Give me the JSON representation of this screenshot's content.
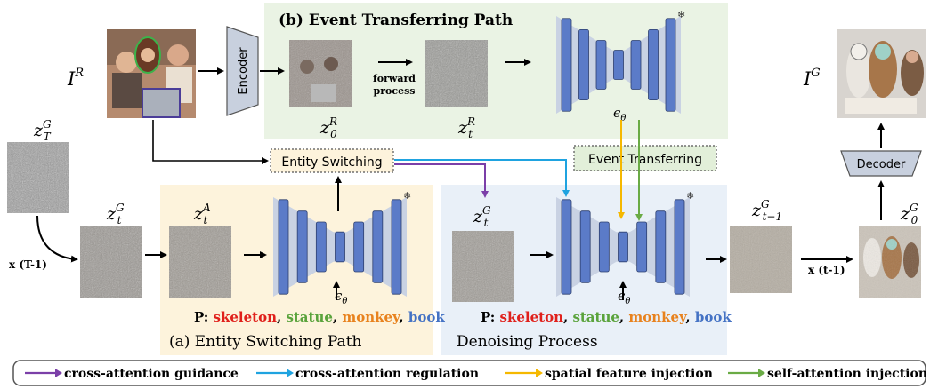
{
  "sections": {
    "event_path_title": "(b) Event Transferring Path",
    "entity_path_title": "(a) Entity Switching Path",
    "denoising_title": "Denoising Process"
  },
  "labels": {
    "i_r": "I",
    "i_r_sup": "R",
    "i_g": "I",
    "i_g_sup": "G",
    "z_T": "z",
    "z_T_sup": "G",
    "z_T_sub": "T",
    "z_t_left": "z",
    "z_t_left_sup": "G",
    "z_t_left_sub": "t",
    "z_t_A": "z",
    "z_t_A_sup": "A",
    "z_t_A_sub": "t",
    "z_0_R": "z",
    "z_0_R_sup": "R",
    "z_0_R_sub": "0",
    "z_t_R": "z",
    "z_t_R_sup": "R",
    "z_t_R_sub": "t",
    "z_t_den": "z",
    "z_t_den_sup": "G",
    "z_t_den_sub": "t",
    "z_tm1": "z",
    "z_tm1_sup": "G",
    "z_tm1_sub": "t−1",
    "z_0_G": "z",
    "z_0_G_sup": "G",
    "z_0_G_sub": "0",
    "encoder": "Encoder",
    "decoder": "Decoder",
    "entity_switching": "Entity Switching",
    "event_transferring": "Event Transferring",
    "forward_line1": "forward",
    "forward_line2": "process",
    "loop_left": "x (T-1)",
    "loop_right": "x (t-1)",
    "eps": "ϵ",
    "eps_sub": "θ",
    "snowflake": "❄"
  },
  "prompt": {
    "prefix": "P: ",
    "sep": ", ",
    "words": [
      {
        "text": "skeleton",
        "color": "#e0201b"
      },
      {
        "text": "statue",
        "color": "#5aa33c"
      },
      {
        "text": "monkey",
        "color": "#e8821e"
      },
      {
        "text": "book",
        "color": "#4472c4"
      }
    ]
  },
  "legend": [
    {
      "label": "cross-attention guidance",
      "color": "#7b3fa8"
    },
    {
      "label": "cross-attention regulation",
      "color": "#1fa3e0"
    },
    {
      "label": "spatial feature injection",
      "color": "#f5b800"
    },
    {
      "label": "self-attention injection",
      "color": "#6aab45"
    }
  ],
  "colors": {
    "event_bg": "#eaf3e4",
    "entity_bg": "#fdf3dc",
    "denoise_bg": "#e9f0f8",
    "unet_block": "#5b7bc8",
    "unet_shadow": "#c9d2e3",
    "encoder_fill": "#c8d0de"
  },
  "icons": [
    "snowflake-icon"
  ]
}
